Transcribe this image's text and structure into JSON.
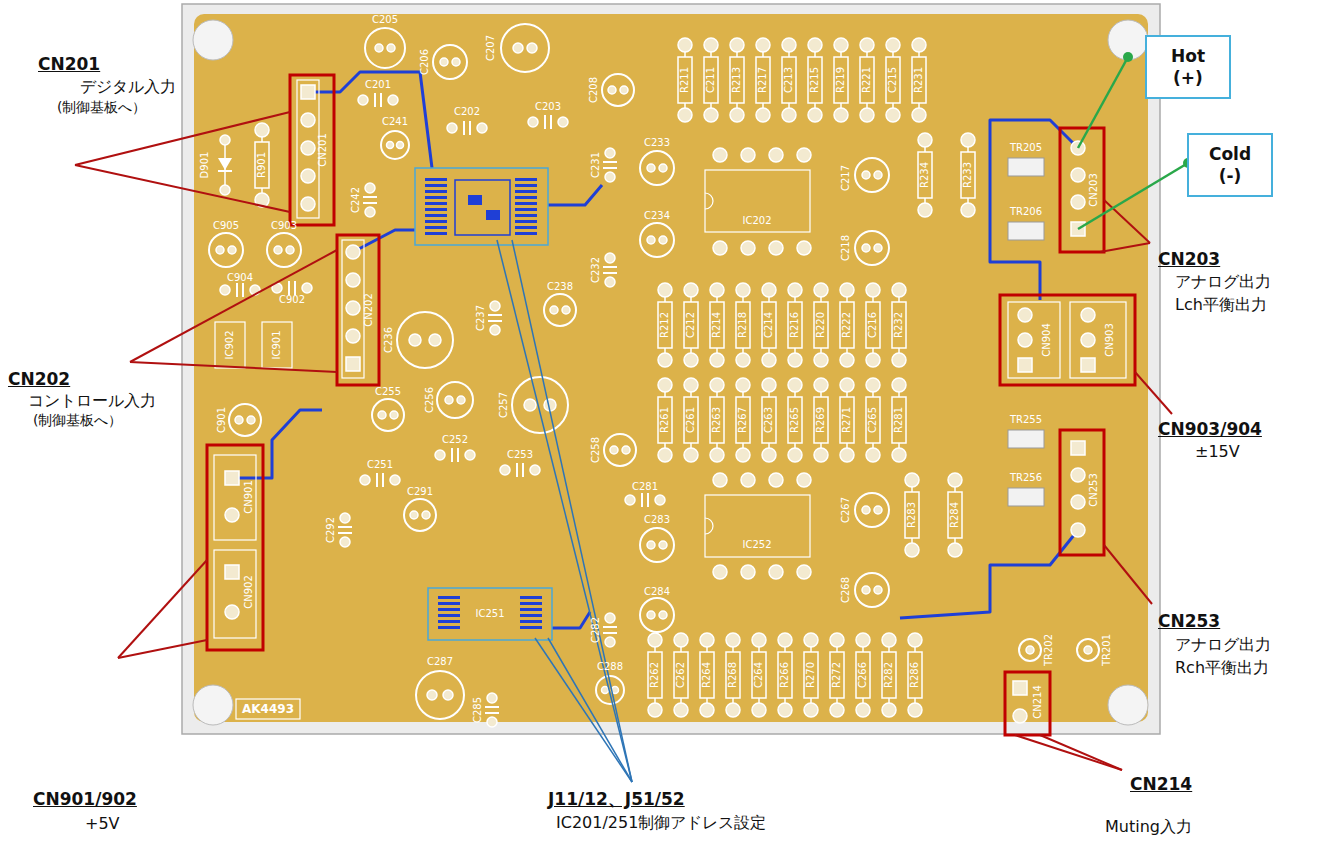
{
  "diagram": {
    "nodes": [
      {
        "text": [
          "Hot (+)"
        ]
      },
      {
        "text": [
          "Cold (-)"
        ]
      }
    ],
    "labels": [
      "CN201",
      "デジタル入力",
      "(制御基板へ）",
      "CN202",
      "コントロール入力",
      "(制御基板へ）",
      "CN901/902",
      "+5V",
      "CN203",
      "アナログ出力",
      "Lch平衡出力",
      "CN903/904",
      "±15V",
      "CN253",
      "アナログ出力",
      "Rch平衡出力",
      "J11/12、J51/52",
      "IC201/251制御アドレス設定",
      "CN214",
      "Muting入力",
      "C205",
      "C206",
      "C207",
      "C201",
      "C202",
      "C203",
      "C208",
      "D901",
      "R901",
      "CN201",
      "C241",
      "C242",
      "C905",
      "C903",
      "C904",
      "C902",
      "IC902",
      "IC901",
      "CN202",
      "C231",
      "C233",
      "C234",
      "C232",
      "IC202",
      "C217",
      "C218",
      "R234",
      "R233",
      "TR205",
      "TR206",
      "CN203",
      "C238",
      "C237",
      "C236",
      "CN904",
      "CN903",
      "C255",
      "C256",
      "C257",
      "C252",
      "C251",
      "C253",
      "C258",
      "C901",
      "CN901",
      "CN902",
      "C291",
      "C292",
      "IC251",
      "C281",
      "C283",
      "C284",
      "C282",
      "IC252",
      "C267",
      "C268",
      "R283",
      "R284",
      "TR255",
      "TR256",
      "CN253",
      "TR202",
      "TR201",
      "CN214",
      "C287",
      "C285",
      "C288",
      "AK4493",
      "R211",
      "C211",
      "R213",
      "R217",
      "C213",
      "R215",
      "R219",
      "R221",
      "C215",
      "R231",
      "R212",
      "C212",
      "R214",
      "R218",
      "C214",
      "R216",
      "R220",
      "R222",
      "C216",
      "R232",
      "R261",
      "C261",
      "R263",
      "R267",
      "C263",
      "R265",
      "R269",
      "R271",
      "C265",
      "R281",
      "R262",
      "C262",
      "R264",
      "R268",
      "C264",
      "R266",
      "R270",
      "R272",
      "C266",
      "R282",
      "R286"
    ]
  }
}
